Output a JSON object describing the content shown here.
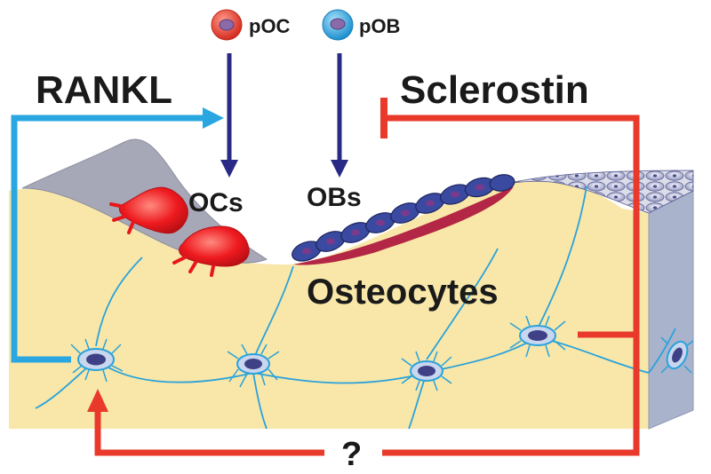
{
  "labels": {
    "poc": "pOC",
    "pob": "pOB",
    "rankl": "RANKL",
    "sclerostin": "Sclerostin",
    "ocs": "OCs",
    "obs": "OBs",
    "osteocytes": "Osteocytes",
    "question": "?"
  },
  "colors": {
    "bone": "#f8e7a8",
    "lining_side": "#a9b3cc",
    "ridge": "#a6a8b8",
    "osteoid": "#b32645",
    "osteocyte_line": "#2aa2dc",
    "rankl_arrow": "#2aa7e1",
    "sclerostin_arrow": "#e8392b",
    "precursor_arrow": "#282a86",
    "osteoclast": "#e8161b",
    "osteoblast": "#3a4aa0",
    "poc_cell": "#e8412d",
    "pob_cell": "#27a7e0"
  }
}
